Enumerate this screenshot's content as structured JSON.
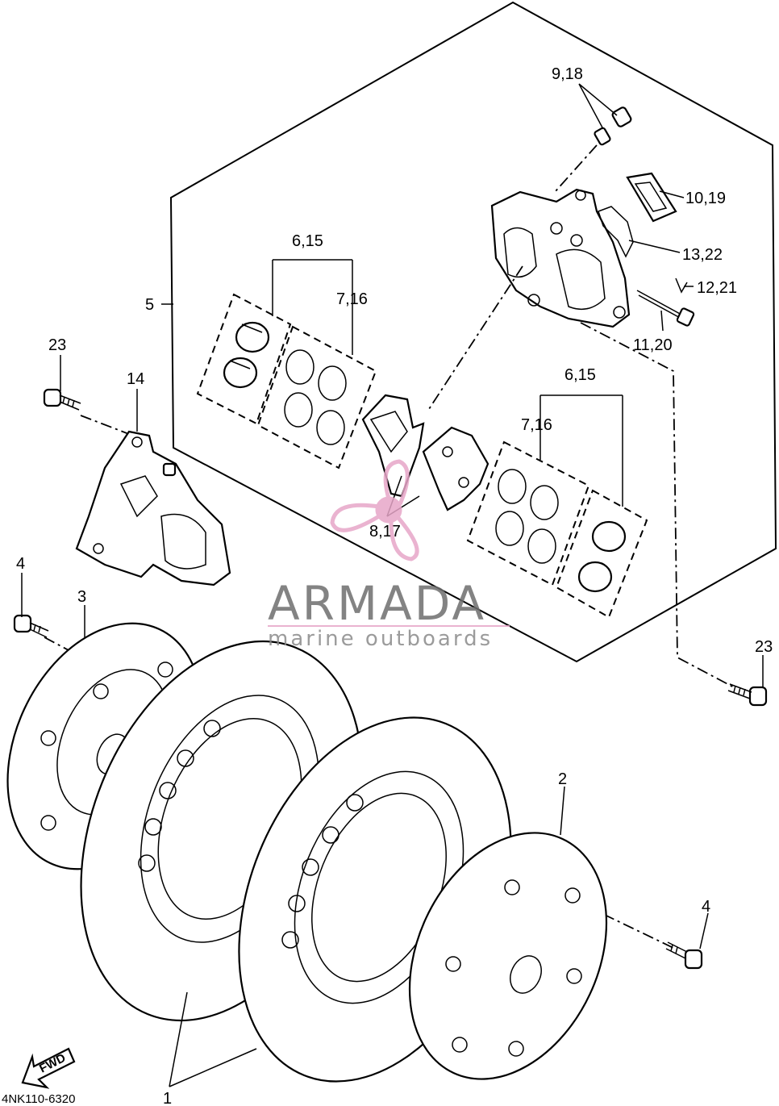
{
  "diagram_code": "4NK110-6320",
  "watermark": {
    "brand": "ARMADA",
    "tagline": "marine outboards",
    "brand_color": "#6e6e6e",
    "accent_color": "#e7a6c8"
  },
  "callouts": {
    "c1": "1",
    "c2": "2",
    "c3": "3",
    "c4a": "4",
    "c4b": "4",
    "c5": "5",
    "c6a": "6,15",
    "c6b": "6,15",
    "c7a": "7,16",
    "c7b": "7,16",
    "c8": "8,17",
    "c9": "9,18",
    "c10": "10,19",
    "c11": "11,20",
    "c12": "12,21",
    "c13": "13,22",
    "c14": "14",
    "c23a": "23",
    "c23b": "23"
  },
  "fwd_arrow": "FWD"
}
